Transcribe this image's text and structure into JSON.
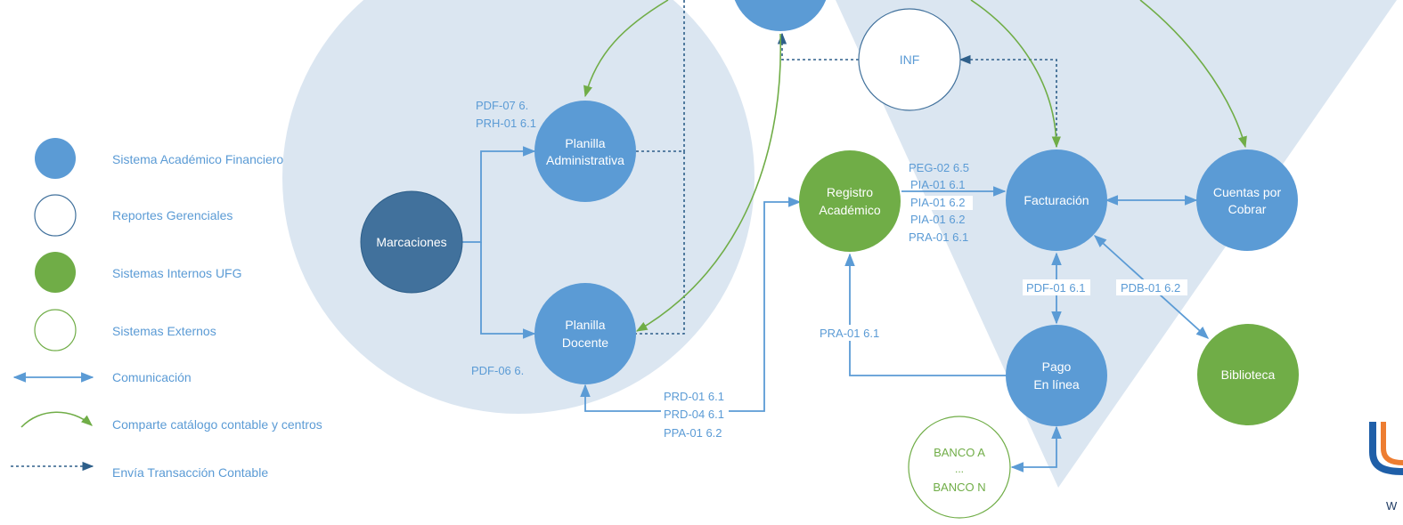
{
  "colors": {
    "blue": "#5b9bd5",
    "dark_blue": "#41719c",
    "green": "#70ad47",
    "bg_shape": "#dbe6f1",
    "dashed": "#2e5f8a",
    "logo_blue": "#1f5fa8",
    "logo_orange": "#ed7d31"
  },
  "legend": {
    "items": [
      {
        "label": "Sistema Académico Financiero",
        "icon": "filled-blue-circle"
      },
      {
        "label": "Reportes Gerenciales",
        "icon": "outlined-blue-circle"
      },
      {
        "label": "Sistemas Internos UFG",
        "icon": "filled-green-circle"
      },
      {
        "label": "Sistemas Externos",
        "icon": "outlined-green-circle"
      },
      {
        "label": "Comunicación",
        "icon": "double-arrow"
      },
      {
        "label": "Comparte catálogo contable y centros",
        "icon": "curved-green-arrow"
      },
      {
        "label": "Envía Transacción Contable",
        "icon": "dashed-arrow"
      }
    ]
  },
  "nodes": {
    "marcaciones": {
      "label": [
        "Marcaciones"
      ]
    },
    "planilla_admin": {
      "label": [
        "Planilla",
        "Administrativa"
      ]
    },
    "planilla_docente": {
      "label": [
        "Planilla",
        "Docente"
      ]
    },
    "inf": {
      "label": [
        "INF"
      ]
    },
    "registro": {
      "label": [
        "Registro",
        "Académico"
      ]
    },
    "facturacion": {
      "label": [
        "Facturación"
      ]
    },
    "cuentas": {
      "label": [
        "Cuentas por",
        "Cobrar"
      ]
    },
    "pago": {
      "label": [
        "Pago",
        "En línea"
      ]
    },
    "biblioteca": {
      "label": [
        "Biblioteca"
      ]
    },
    "banco": {
      "label": [
        "BANCO A",
        "...",
        "BANCO N"
      ]
    }
  },
  "codes": {
    "planilla_admin": [
      "PDF-07 6.",
      "PRH-01 6.1"
    ],
    "planilla_docente": [
      "PDF-06 6."
    ],
    "docente_registro": [
      "PRD-01 6.1",
      "PRD-04 6.1",
      "PPA-01 6.2"
    ],
    "registro_facturacion": [
      "PEG-02 6.5",
      "PIA-01 6.1",
      "PIA-01 6.2",
      "PIA-01 6.2",
      "PRA-01 6.1"
    ],
    "fact_pago": [
      "PDF-01 6.1"
    ],
    "fact_biblioteca": [
      "PDB-01 6.2"
    ],
    "pago_registro": [
      "PRA-01 6.1"
    ]
  },
  "logo": {
    "text": "W"
  }
}
